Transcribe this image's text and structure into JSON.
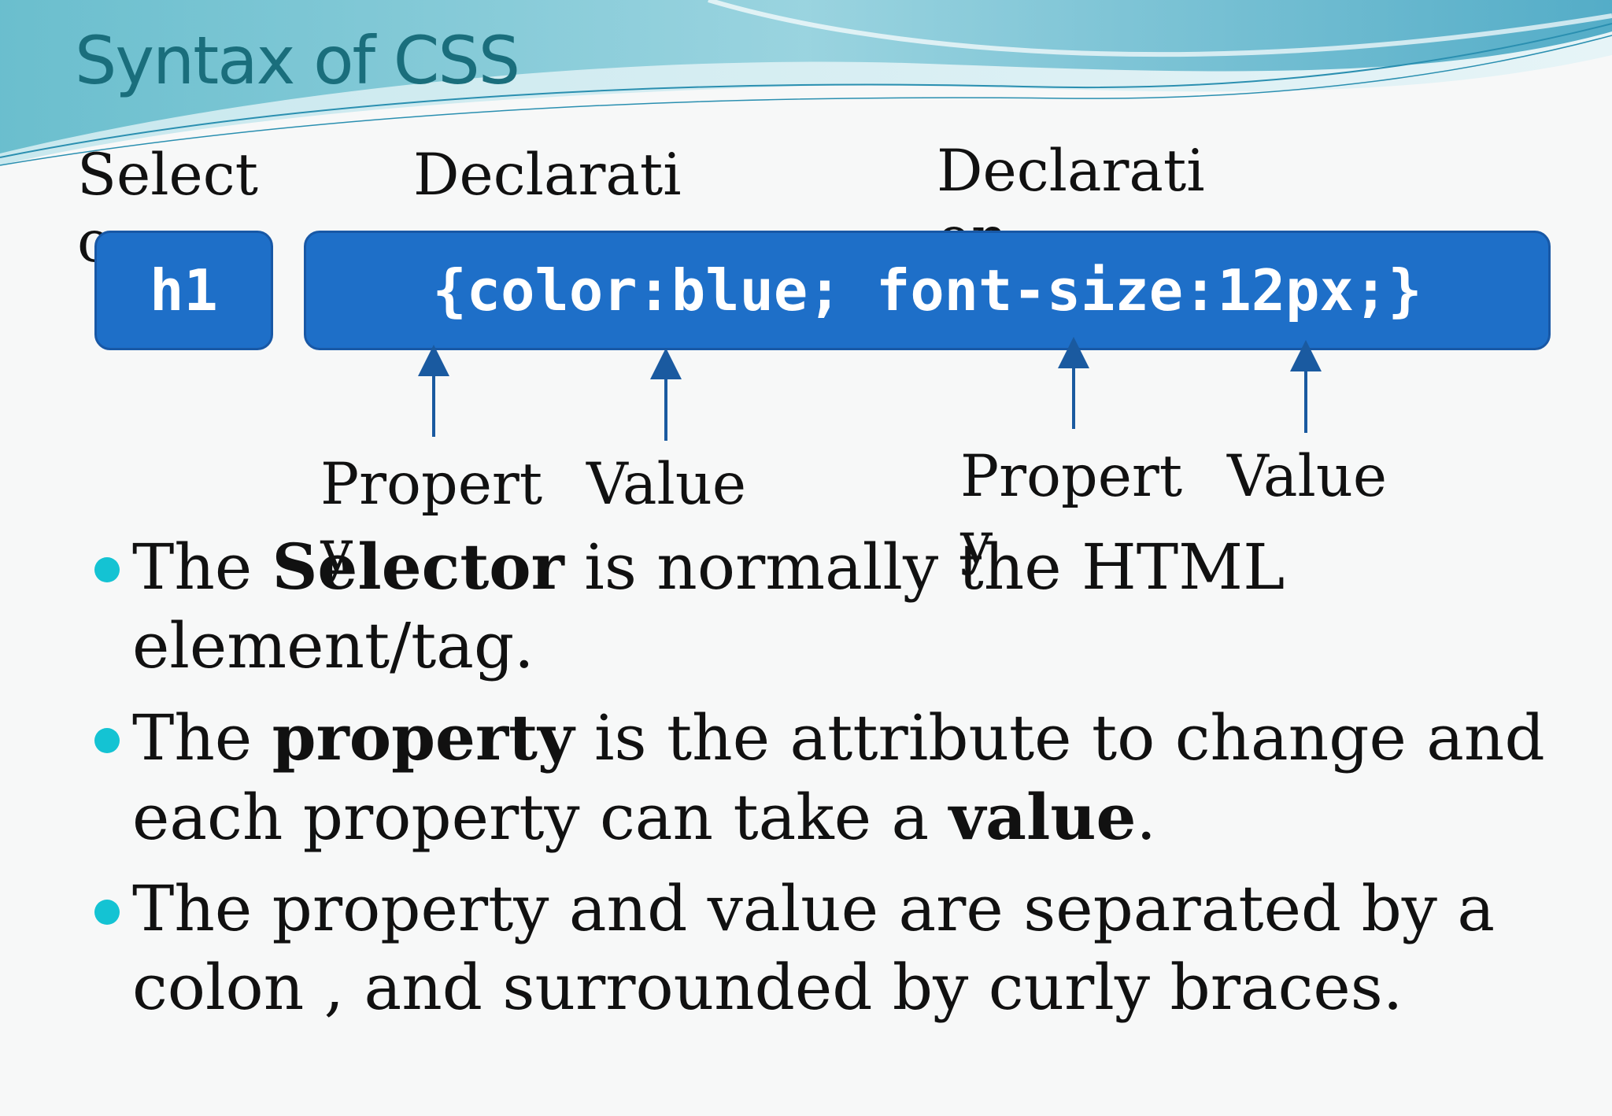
{
  "slide": {
    "title": "Syntax of CSS",
    "labels": {
      "selector": "Selector",
      "declaration1": "Declaration",
      "declaration2": "Declaration",
      "property1": "Property",
      "value1": "Value",
      "property2": "Property",
      "value2": "Value"
    },
    "code": {
      "selector": "h1",
      "declaration": "{color:blue; font-size:12px;}"
    },
    "bullets": [
      {
        "pre": "The ",
        "bold": "Selector",
        "post": " is normally the HTML element/tag."
      },
      {
        "pre": "The ",
        "bold": "property",
        "mid": " is the attribute to change and each property can take a ",
        "bold2": "value",
        "post": "."
      },
      {
        "text": "The property and value are separated by a colon , and surrounded by curly braces."
      }
    ],
    "colors": {
      "title": "#1a6e7c",
      "box": "#1e6fc8",
      "bullet": "#14c3d3",
      "arrow": "#1a5aa0"
    }
  }
}
